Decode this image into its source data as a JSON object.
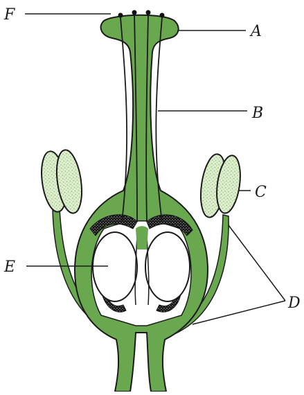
{
  "colors": {
    "tissue": "#6aa84f",
    "tissue_dark": "#4e8f3a",
    "outline": "#1a1a1a",
    "anther": "#dfeecf",
    "anther_dot": "#7fb46a",
    "ovule_fill": "#ffffff",
    "dark_wall": "#111111",
    "background": "#ffffff"
  },
  "labels": {
    "A": "A",
    "B": "B",
    "C": "C",
    "D": "D",
    "E": "E",
    "F": "F"
  }
}
